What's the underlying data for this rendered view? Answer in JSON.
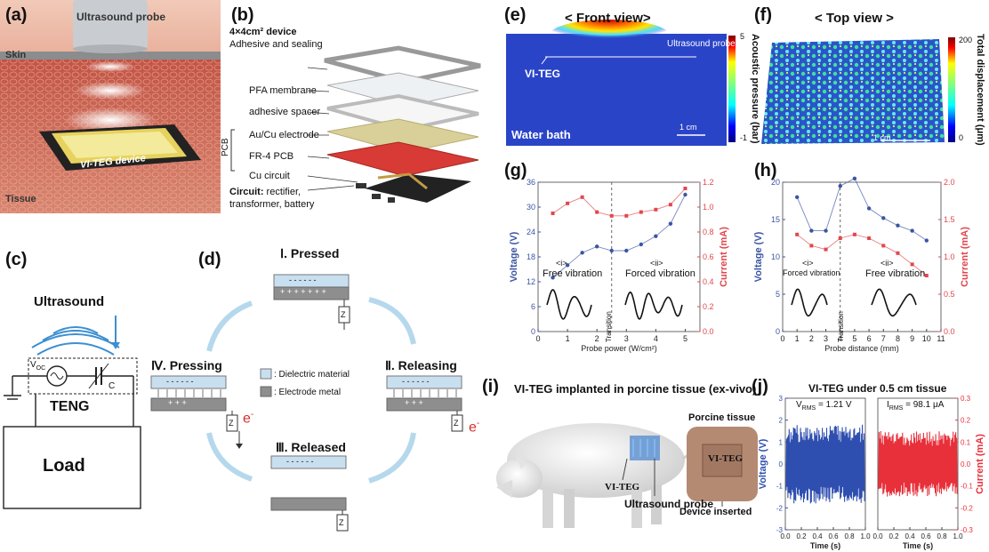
{
  "a": {
    "label": "(a)",
    "probe": "Ultrasound probe",
    "skin": "Skin",
    "tissue": "Tissue",
    "device": "VI-TEG device"
  },
  "b": {
    "label": "(b)",
    "title": "4×4cm² device",
    "layers": [
      "Adhesive and sealing",
      "PFA membrane",
      "adhesive spacer",
      "Au/Cu electrode",
      "FR-4 PCB",
      "Cu circuit"
    ],
    "pcb": "PCB",
    "circuit_bold": "Circuit:",
    "circuit_rest": " rectifier,",
    "circuit_line2": "transformer, battery"
  },
  "c": {
    "label": "(c)",
    "ultrasound": "Ultrasound",
    "voc": "V",
    "voc_sub": "OC",
    "cap": "C",
    "teng": "TENG",
    "load": "Load"
  },
  "d": {
    "label": "(d)",
    "s1": "Ⅰ. Pressed",
    "s2": "Ⅱ. Releasing",
    "s3": "Ⅲ. Released",
    "s4": "Ⅳ. Pressing",
    "legend1": ": Dielectric material",
    "legend2": ": Electrode metal",
    "electron": "e",
    "minus_row": "- - - - - -",
    "plus_row": "+ + + + + + +",
    "plus_few": "+    +    +",
    "z": "Z"
  },
  "e": {
    "label": "(e)",
    "title": "< Front view>",
    "probe": "Ultrasound probe",
    "viteg": "VI-TEG",
    "bath": "Water bath",
    "scale": "1 cm",
    "cbar_label": "Acoustic pressure (bar)",
    "cbar_max": "5",
    "cbar_min": "-1"
  },
  "f": {
    "label": "(f)",
    "title": "< Top view >",
    "scale": "1 cm",
    "cbar_label": "Total displacement (μm)",
    "cbar_max": "200",
    "cbar_min": "0"
  },
  "g": {
    "label": "(g)",
    "i": "<i>",
    "ii": "<ii>",
    "free": "Free vibration",
    "forced": "Forced vibration",
    "transition": "Transition"
  },
  "h": {
    "label": "(h)",
    "i": "<i>",
    "ii": "<ii>",
    "forced": "Forced vibration",
    "free": "Free vibration",
    "transition": "Transition"
  },
  "i": {
    "label": "(i)",
    "title": "VI-TEG implanted in porcine tissue (ex-vivo)",
    "viteg": "VI-TEG",
    "probe": "Ultrasound probe",
    "porcine": "Porcine tissue",
    "inserted": "Device inserted",
    "sample": "VI-TEG"
  },
  "j": {
    "label": "(j)",
    "title": "VI-TEG under 0.5 cm tissue",
    "vrms": "V",
    "vrms_sub": "RMS",
    "vrms_val": " = 1.21 V",
    "irms": "I",
    "irms_sub": "RMS",
    "irms_val": " = 98.1 μA"
  },
  "chart_data": [
    {
      "type": "line",
      "id": "g",
      "xlabel": "Probe power (W/cm²)",
      "ylabel": "Voltage (V)",
      "y2label": "Current (mA)",
      "xlim": [
        0,
        5.5
      ],
      "ylim": [
        0,
        36
      ],
      "y2lim": [
        0,
        1.2
      ],
      "xticks": [
        0,
        1,
        2,
        3,
        4,
        5
      ],
      "yticks": [
        0,
        6,
        12,
        18,
        24,
        30,
        36
      ],
      "y2ticks": [
        0.0,
        0.2,
        0.4,
        0.6,
        0.8,
        1.0,
        1.2
      ],
      "series": [
        {
          "name": "Voltage",
          "axis": "left",
          "color": "#3a55a4",
          "x": [
            0.5,
            1,
            1.5,
            2,
            2.5,
            3,
            3.5,
            4,
            4.5,
            5
          ],
          "values": [
            13,
            16,
            19,
            20.5,
            19.5,
            19.5,
            21,
            23,
            26,
            33
          ]
        },
        {
          "name": "Current",
          "axis": "right",
          "color": "#e0474c",
          "x": [
            0.5,
            1,
            1.5,
            2,
            2.5,
            3,
            3.5,
            4,
            4.5,
            5
          ],
          "values": [
            0.95,
            1.03,
            1.08,
            0.96,
            0.93,
            0.93,
            0.96,
            0.98,
            1.02,
            1.15
          ]
        }
      ],
      "transition_x": 2.5
    },
    {
      "type": "line",
      "id": "h",
      "xlabel": "Probe distance (mm)",
      "ylabel": "Voltage (V)",
      "y2label": "Current (mA)",
      "xlim": [
        0,
        11
      ],
      "ylim": [
        0,
        20
      ],
      "y2lim": [
        0,
        2.0
      ],
      "xticks": [
        0,
        1,
        2,
        3,
        4,
        5,
        6,
        7,
        8,
        9,
        10,
        11
      ],
      "yticks": [
        0,
        5,
        10,
        15,
        20
      ],
      "y2ticks": [
        0.0,
        0.5,
        1.0,
        1.5,
        2.0
      ],
      "series": [
        {
          "name": "Voltage",
          "axis": "left",
          "color": "#3a55a4",
          "x": [
            1,
            2,
            3,
            4,
            5,
            6,
            7,
            8,
            9,
            10
          ],
          "values": [
            18,
            13.5,
            13.5,
            19.5,
            20.5,
            16.5,
            15.2,
            14.2,
            13.5,
            12.2
          ]
        },
        {
          "name": "Current",
          "axis": "right",
          "color": "#e0474c",
          "x": [
            1,
            2,
            3,
            4,
            5,
            6,
            7,
            8,
            9,
            10
          ],
          "values": [
            1.3,
            1.15,
            1.1,
            1.25,
            1.3,
            1.25,
            1.15,
            1.05,
            0.9,
            0.75
          ]
        }
      ],
      "transition_x": 4
    },
    {
      "type": "line",
      "id": "j-voltage",
      "xlabel": "Time (s)",
      "ylabel": "Voltage (V)",
      "xlim": [
        0,
        1
      ],
      "ylim": [
        -3,
        3
      ],
      "xticks": [
        0.0,
        0.2,
        0.4,
        0.6,
        0.8,
        1.0
      ],
      "yticks": [
        -3,
        -2,
        -1,
        0,
        1,
        2,
        3
      ],
      "amplitude": 1.8,
      "color": "#2f4fb0"
    },
    {
      "type": "line",
      "id": "j-current",
      "xlabel": "Time (s)",
      "ylabel": "Current (mA)",
      "xlim": [
        0,
        1
      ],
      "ylim": [
        -0.3,
        0.3
      ],
      "xticks": [
        0.0,
        0.2,
        0.4,
        0.6,
        0.8,
        1.0
      ],
      "yticks": [
        -0.3,
        -0.2,
        -0.1,
        0.0,
        0.1,
        0.2,
        0.3
      ],
      "amplitude": 0.15,
      "color": "#e8303a"
    }
  ]
}
